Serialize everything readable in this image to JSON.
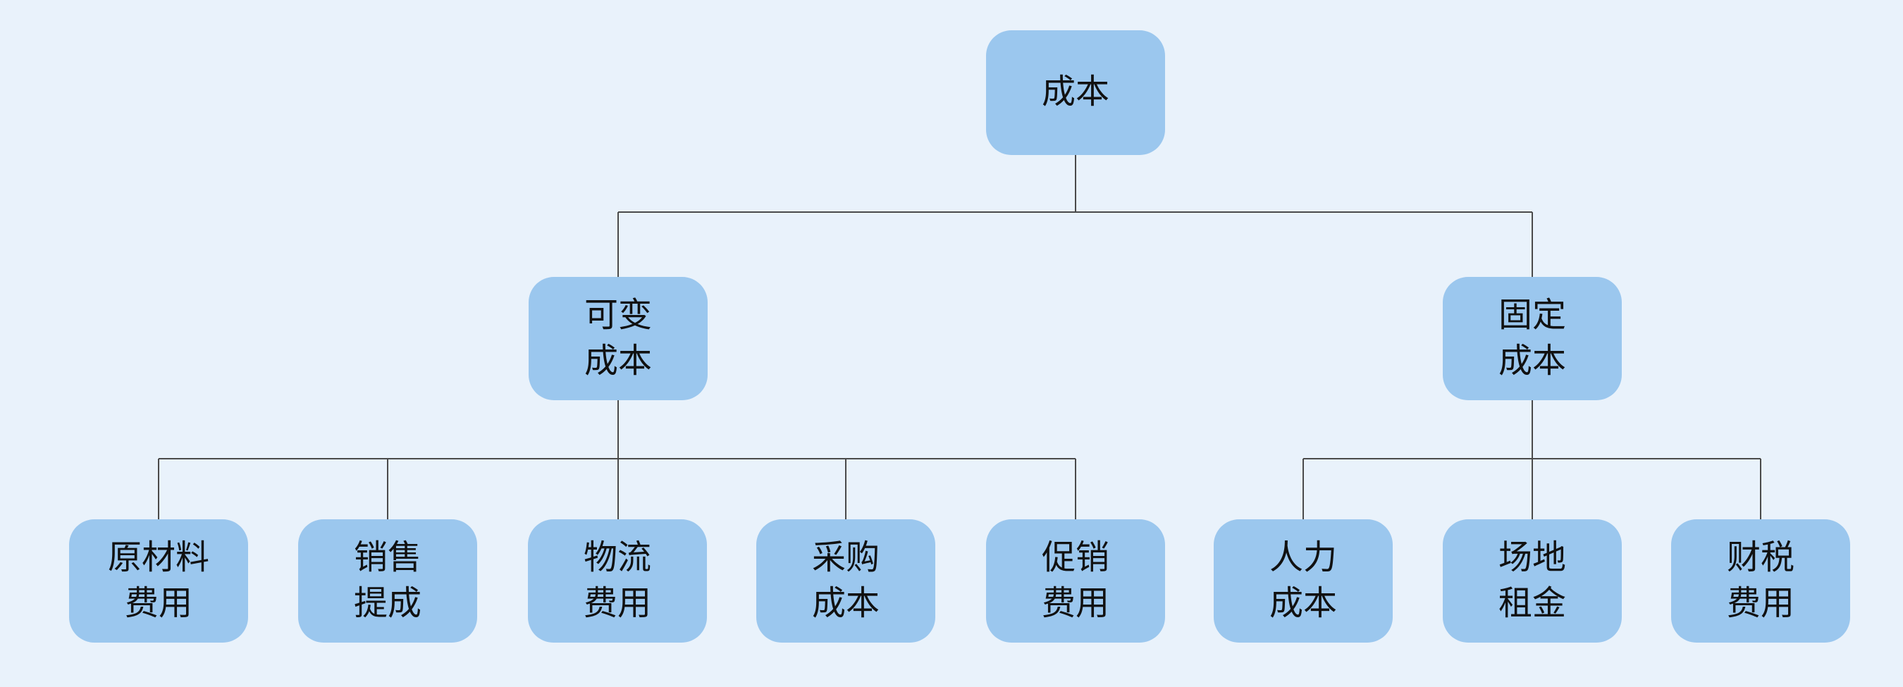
{
  "colors": {
    "background": "#e9f2fb",
    "node_fill": "#9bc7ee",
    "node_text": "#111111",
    "connector": "#4a4a4a"
  },
  "diagram": {
    "type": "org-chart-tree",
    "nodes": {
      "root": "成本",
      "variable": "可变\n成本",
      "fixed": "固定\n成本",
      "raw_material": "原材料\n费用",
      "sales_commission": "销售\n提成",
      "logistics": "物流\n费用",
      "procurement": "采购\n成本",
      "promotion": "促销\n费用",
      "labor": "人力\n成本",
      "venue_rent": "场地\n租金",
      "tax": "财税\n费用"
    },
    "structure": {
      "成本": [
        "可变成本",
        "固定成本"
      ],
      "可变成本": [
        "原材料费用",
        "销售提成",
        "物流费用",
        "采购成本",
        "促销费用"
      ],
      "固定成本": [
        "人力成本",
        "场地租金",
        "财税费用"
      ]
    }
  }
}
